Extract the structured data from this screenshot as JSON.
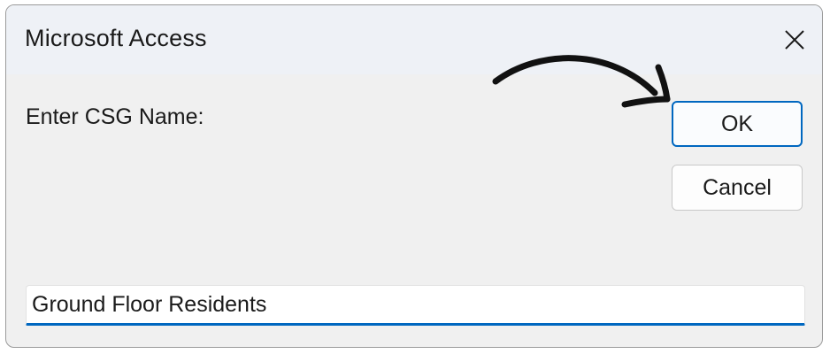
{
  "window": {
    "title": "Microsoft Access",
    "close_icon": "close-icon"
  },
  "prompt": {
    "label": "Enter CSG Name:"
  },
  "buttons": {
    "ok_label": "OK",
    "cancel_label": "Cancel"
  },
  "input": {
    "value": "Ground Floor Residents",
    "focused": true
  },
  "annotation": {
    "icon": "curved-arrow-icon",
    "points_to": "ok-button"
  },
  "colors": {
    "accent": "#0067c0",
    "dialog_bg": "#f0f0f0",
    "titlebar_bg": "#eef1f6",
    "arrow": "#111111"
  }
}
